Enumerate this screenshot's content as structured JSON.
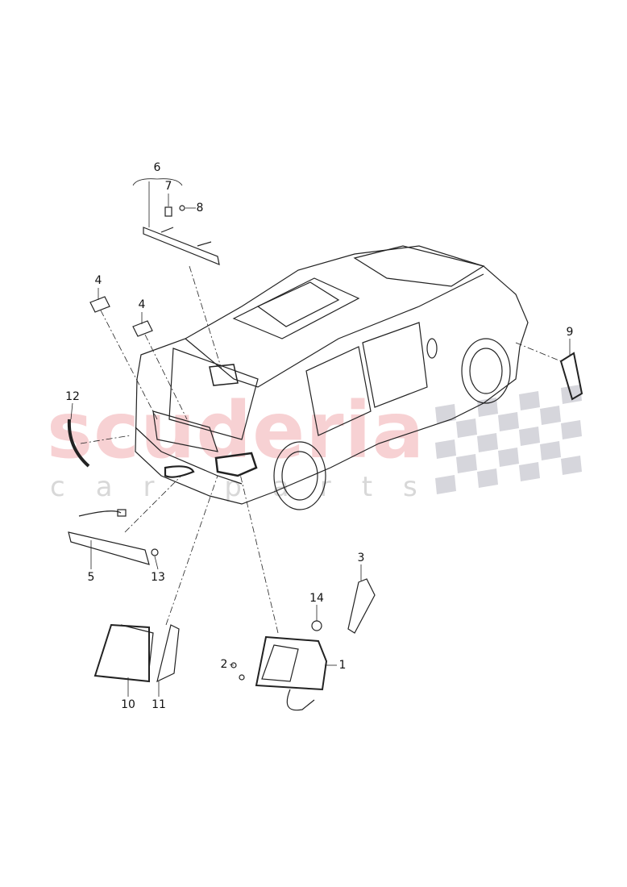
{
  "watermark": {
    "brand": "scuderia",
    "sub": "car parts",
    "brand_color": "#f4c4c7",
    "flag_color": "#d6d6dc"
  },
  "callouts": [
    {
      "id": "6",
      "text": "6"
    },
    {
      "id": "7",
      "text": "7"
    },
    {
      "id": "8",
      "text": "8"
    },
    {
      "id": "4a",
      "text": "4"
    },
    {
      "id": "4b",
      "text": "4"
    },
    {
      "id": "9",
      "text": "9"
    },
    {
      "id": "12",
      "text": "12"
    },
    {
      "id": "5",
      "text": "5"
    },
    {
      "id": "13",
      "text": "13"
    },
    {
      "id": "3",
      "text": "3"
    },
    {
      "id": "14",
      "text": "14"
    },
    {
      "id": "2",
      "text": "2"
    },
    {
      "id": "1",
      "text": "1"
    },
    {
      "id": "10",
      "text": "10"
    },
    {
      "id": "11",
      "text": "11"
    }
  ]
}
